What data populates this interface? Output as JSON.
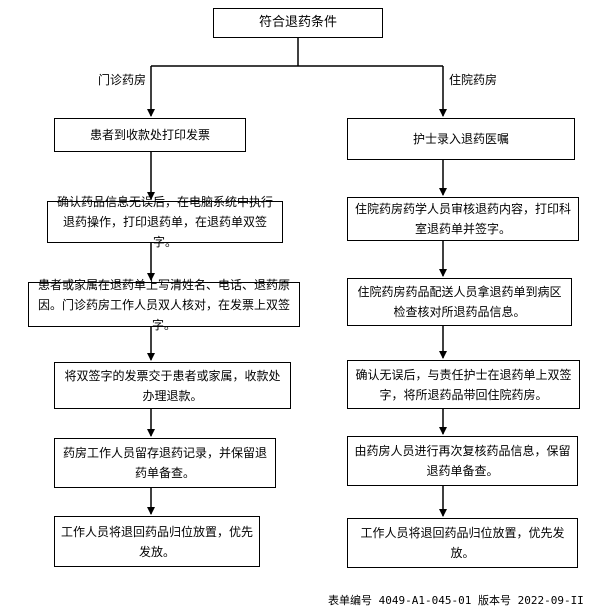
{
  "title_box": {
    "text": "符合退药条件"
  },
  "branches": {
    "left_label": "门诊药房",
    "right_label": "住院药房"
  },
  "left_steps": [
    "患者到收款处打印发票",
    "确认药品信息无误后，在电脑系统中执行退药操作，打印退药单，在退药单双签字。",
    "患者或家属在退药单上写清姓名、电话、退药原因。门诊药房工作人员双人核对，在发票上双签字。",
    "将双签字的发票交于患者或家属，收款处办理退款。",
    "药房工作人员留存退药记录，并保留退药单备查。",
    "工作人员将退回药品归位放置，优先发放。"
  ],
  "right_steps": [
    "护士录入退药医嘱",
    "住院药房药学人员审核退药内容，打印科室退药单并签字。",
    "住院药房药品配送人员拿退药单到病区检查核对所退药品信息。",
    "确认无误后，与责任护士在退药单上双签字，将所退药品带回住院药房。",
    "由药房人员进行再次复核药品信息，保留退药单备查。",
    "工作人员将退回药品归位放置，优先发放。"
  ],
  "footer": {
    "text": "表单编号 4049-A1-045-01 版本号 2022-09-II"
  }
}
